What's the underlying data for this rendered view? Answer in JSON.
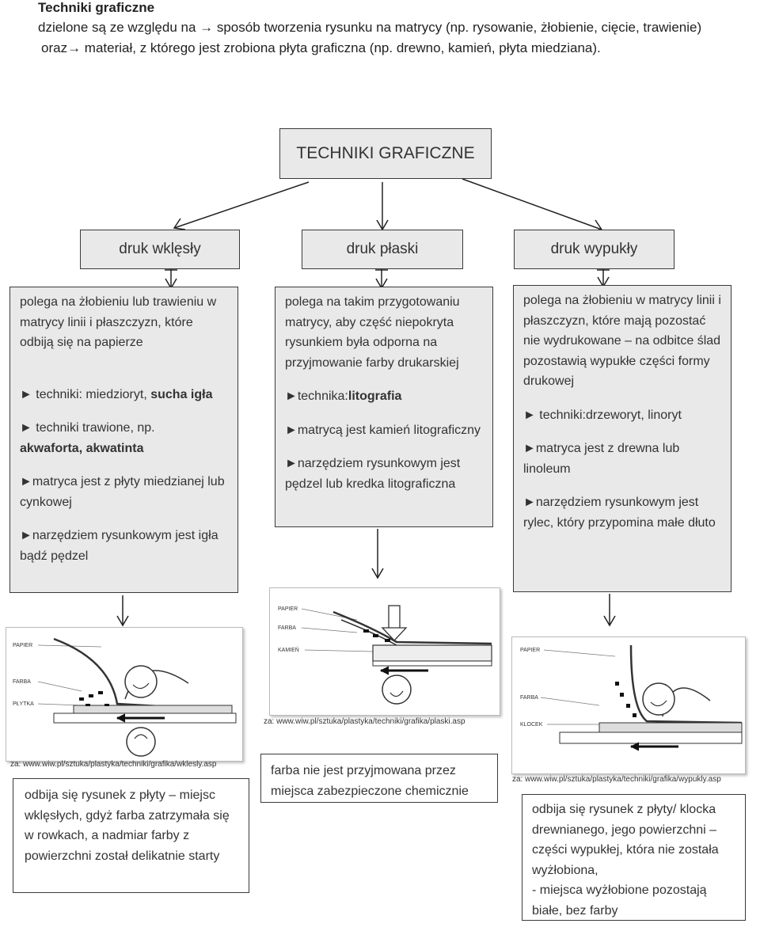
{
  "header": {
    "title": "Techniki graficzne",
    "line1": "dzielone są ze względu na → sposób tworzenia rysunku na matrycy (np. rysowanie, żłobienie, cięcie, trawienie)",
    "line2": "oraz→ materiał, z którego jest zrobiona płyta graficzna (np. drewno, kamień, płyta miedziana)."
  },
  "root": {
    "label": "TECHNIKI GRAFICZNE"
  },
  "categories": [
    {
      "label": "druk wklęsły",
      "desc1": "polega na żłobieniu lub trawieniu w matrycy linii i płaszczyzn, które odbiją się na papierze",
      "tech_prefix": "► techniki: miedzioryt, ",
      "tech_bold": "sucha igła",
      "tech2_prefix": "► techniki trawione, np.",
      "tech2_bold": "akwaforta, akwatinta",
      "matrix": "►matryca jest z płyty miedzianej lub cynkowej",
      "tool": "►narzędziem rysunkowym jest igła bądź pędzel",
      "caption": "za: www.wiw.pl/sztuka/plastyka/techniki/grafika/wklesly.asp",
      "result": "odbija się rysunek z płyty – miejsc wklęsłych, gdyż farba zatrzymała się w rowkach, a nadmiar farby z powierzchni został delikatnie starty",
      "diagram_labels": [
        "PAPIER",
        "FARBA",
        "PŁYTKA"
      ]
    },
    {
      "label": "druk płaski",
      "desc1": "polega na takim przygotowaniu matrycy, aby część niepokryta rysunkiem była odporna na przyjmowanie farby drukarskiej",
      "tech_prefix": "►technika:",
      "tech_bold": "litografia",
      "matrix": "►matrycą jest kamień litograficzny",
      "tool": "►narzędziem rysunkowym jest pędzel lub kredka litograficzna",
      "caption": "za: www.wiw.pl/sztuka/plastyka/techniki/grafika/plaski.asp",
      "result": "farba nie jest przyjmowana przez miejsca zabezpieczone chemicznie",
      "diagram_labels": [
        "PAPIER",
        "FARBA",
        "KAMIEŃ"
      ]
    },
    {
      "label": "druk wypukły",
      "desc1": "polega na żłobieniu w matrycy linii i płaszczyzn, które mają pozostać nie wydrukowane – na odbitce ślad pozostawią wypukłe części formy drukowej",
      "tech": "► techniki:drzeworyt, linoryt",
      "matrix": "►matryca jest z drewna lub linoleum",
      "tool": "►narzędziem rysunkowym jest rylec, który przypomina małe dłuto",
      "caption": "za: www.wiw.pl/sztuka/plastyka/techniki/grafika/wypukly.asp",
      "result1": "odbija się rysunek z płyty/ klocka drewnianego, jego powierzchni – części wypukłej, która nie została wyżłobiona,",
      "result2": "- miejsca wyżłobione pozostają białe, bez farby",
      "diagram_labels": [
        "PAPIER",
        "FARBA",
        "KLOCEK"
      ]
    }
  ]
}
